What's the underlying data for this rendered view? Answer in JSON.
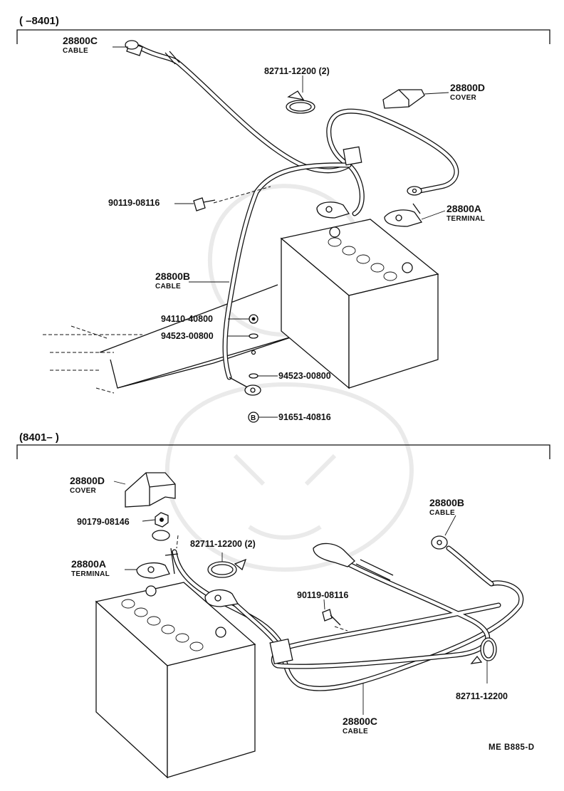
{
  "section_top": {
    "header": "(      –8401)",
    "labels": {
      "cable_c": {
        "number": "28800C",
        "name": "CABLE"
      },
      "clamp": {
        "number": "82711-12200 (2)"
      },
      "cover_d": {
        "number": "28800D",
        "name": "COVER"
      },
      "bolt": {
        "number": "90119-08116"
      },
      "terminal_a": {
        "number": "28800A",
        "name": "TERMINAL"
      },
      "cable_b": {
        "number": "28800B",
        "name": "CABLE"
      },
      "nut": {
        "number": "94110-40800"
      },
      "washer_1": {
        "number": "94523-00800"
      },
      "washer_2": {
        "number": "94523-00800"
      },
      "bolt_b": {
        "number": "91651-40816"
      }
    }
  },
  "section_bottom": {
    "header": "(8401–       )",
    "labels": {
      "cover_d": {
        "number": "28800D",
        "name": "COVER"
      },
      "nut": {
        "number": "90179-08146"
      },
      "terminal_a": {
        "number": "28800A",
        "name": "TERMINAL"
      },
      "clamp": {
        "number": "82711-12200 (2)"
      },
      "bolt": {
        "number": "90119-08116"
      },
      "cable_b": {
        "number": "28800B",
        "name": "CABLE"
      },
      "clamp_single": {
        "number": "82711-12200"
      },
      "cable_c": {
        "number": "28800C",
        "name": "CABLE"
      }
    }
  },
  "callout_marker": "B",
  "reference_code": "ME  B885-D"
}
